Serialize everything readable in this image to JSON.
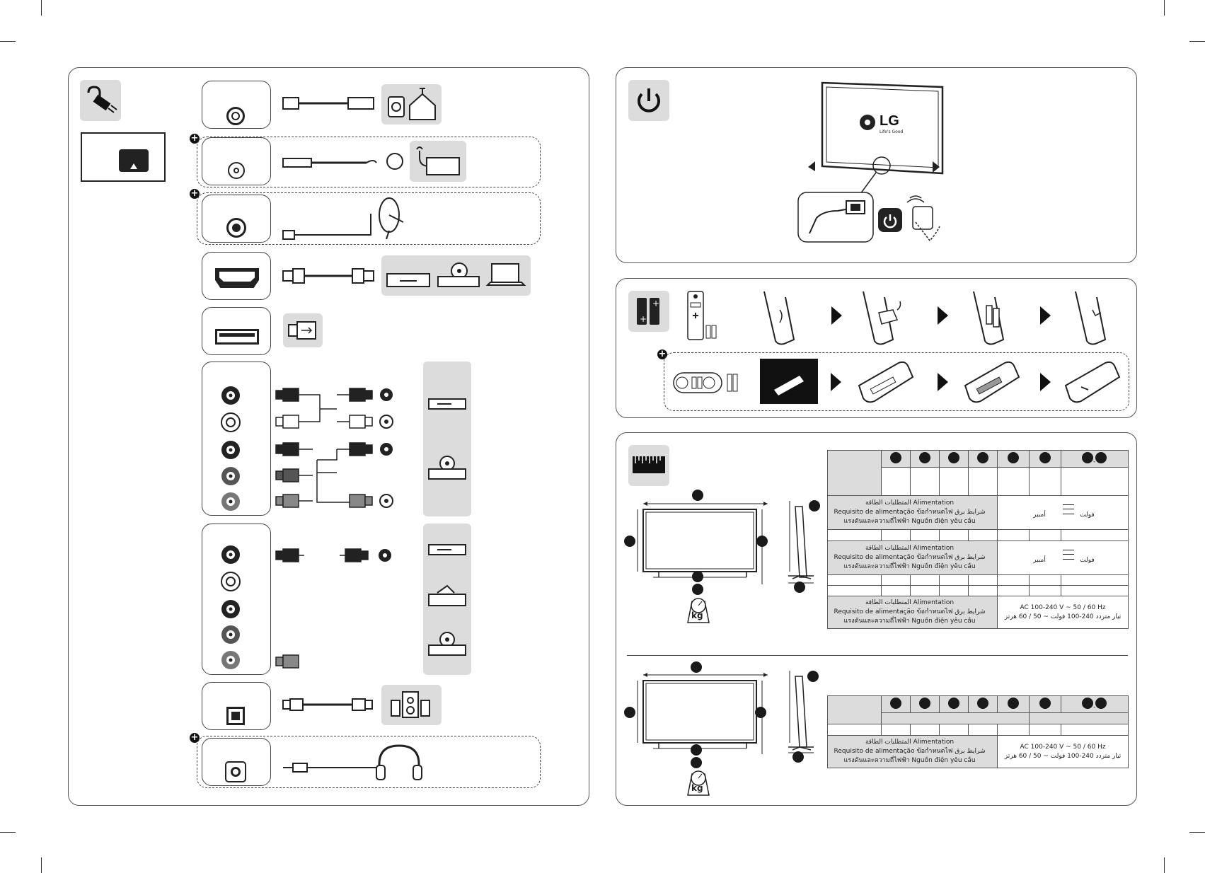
{
  "crop_marks": true,
  "connections": {
    "title_icon": "cable-plug-icon",
    "rows": [
      {
        "port": "antenna-rf-port-icon",
        "cable": "antenna-cable-icon",
        "device": "antenna-house-icon"
      },
      {
        "port": "cable-rf-port-icon",
        "cable": "coax-cable-icon",
        "device": "cable-box-icon",
        "optional": true
      },
      {
        "port": "satellite-port-icon",
        "cable": "satellite-cable-icon",
        "device": "satellite-dish-icon",
        "optional": true
      },
      {
        "port": "hdmi-port-icon",
        "cable": "hdmi-cable-icon",
        "devices": [
          "blu-ray-player-icon",
          "dvd-player-icon",
          "laptop-icon"
        ]
      },
      {
        "port": "usb-port-icon",
        "device": "usb-stick-icon"
      },
      {
        "port": "component-av-ports-icon",
        "cable": "rca-cables-icon",
        "devices": [
          "set-top-box-icon",
          "disc-player-icon"
        ]
      },
      {
        "port": "composite-av-ports-icon",
        "cable": "rca-cables-icon",
        "devices": [
          "set-top-box-icon",
          "vcr-icon",
          "disc-player-icon"
        ]
      },
      {
        "port": "optical-port-icon",
        "cable": "optical-cable-icon",
        "device": "speaker-system-icon"
      },
      {
        "port": "headphone-port-icon",
        "cable": "headphone-cable-icon",
        "device": "headphones-icon",
        "optional": true
      }
    ]
  },
  "power": {
    "icon": "power-icon",
    "tv_logo": "LG",
    "tv_tagline": "Life's Good"
  },
  "remote": {
    "icon": "battery-icon"
  },
  "dimensions": {
    "icon": "ruler-icon",
    "weight_label": "kg",
    "table1": {
      "req_lines": [
        "المتطلبات الطاقة   Alimentation",
        "Requisito de alimentação  ข้อกำหนดไฟ  شرایط برق",
        "แรงดันและความถี่ไฟฟ้า  Nguồn điện yêu cầu"
      ],
      "arabic_left": "أمبير",
      "arabic_right": "فولت",
      "ac_line": "AC 100-240 V ~ 50 / 60 Hz",
      "ac_arabic": "تيار متردد 240-100 فولت ~ 50 / 60 هرتز"
    },
    "table2": {
      "req_lines": [
        "المتطلبات الطاقة   Alimentation",
        "Requisito de alimentação  ข้อกำหนดไฟ  شرایط برق",
        "แรงดันและความถี่ไฟฟ้า  Nguồn điện yêu cầu"
      ],
      "ac_line": "AC 100-240 V ~ 50 / 60 Hz",
      "ac_arabic": "تيار متردد 240-100 فولت ~ 50 / 60 هرتز"
    }
  }
}
